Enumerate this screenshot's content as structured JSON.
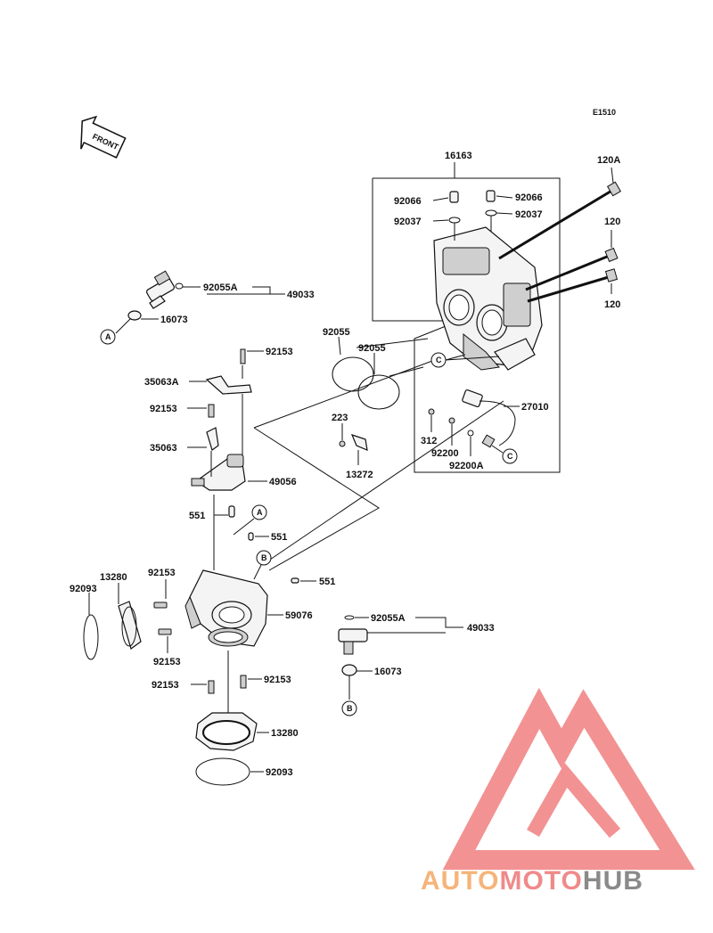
{
  "diagram_code": "E1510",
  "front_label": "FRONT",
  "part_labels": {
    "p16163": "16163",
    "p120A": "120A",
    "p120_top": "120",
    "p120_bot": "120",
    "p92066_l": "92066",
    "p92066_r": "92066",
    "p92037_l": "92037",
    "p92037_r": "92037",
    "p92055A_top": "92055A",
    "p49033_top": "49033",
    "p16073_top": "16073",
    "p92055_a": "92055",
    "p92055_b": "92055",
    "p92153_a": "92153",
    "p35063A": "35063A",
    "p92153_b": "92153",
    "p35063": "35063",
    "p49056": "49056",
    "p223": "223",
    "p13272": "13272",
    "p27010": "27010",
    "p312": "312",
    "p92200": "92200",
    "p92200A": "92200A",
    "p551_a": "551",
    "p551_b": "551",
    "p551_c": "551",
    "p13280_top": "13280",
    "p92153_c": "92153",
    "p92093_top": "92093",
    "p59076": "59076",
    "p92153_d": "92153",
    "p92055A_bot": "92055A",
    "p49033_bot": "49033",
    "p16073_bot": "16073",
    "p92153_e": "92153",
    "p92153_f": "92153",
    "p13280_bot": "13280",
    "p92093_bot": "92093"
  },
  "callouts": {
    "A_top": "A",
    "A_mid": "A",
    "B_mid": "B",
    "B_bot": "B",
    "C_top": "C",
    "C_bot": "C"
  },
  "watermark": {
    "part1": "AUTO",
    "part2": "MOTO",
    "part3": "HUB",
    "color1": "#f5b47a",
    "color2": "#f08a8a",
    "color3": "#888888",
    "logo_color": "#f07070"
  }
}
